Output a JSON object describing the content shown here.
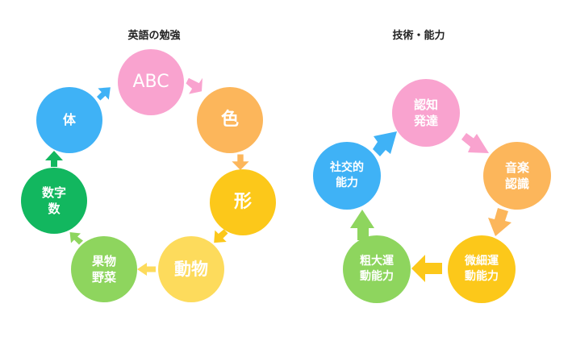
{
  "left": {
    "title": "英語の勉強",
    "nodes": [
      {
        "label": "ABC",
        "color": "#f9a3cf"
      },
      {
        "label": "色",
        "color": "#fcb65b"
      },
      {
        "label": "形",
        "color": "#fcc81a"
      },
      {
        "label": "動物",
        "color": "#fddb5c"
      },
      {
        "label": "果物\n野菜",
        "color": "#8ed55e"
      },
      {
        "label": "数字\n数",
        "color": "#12b75f"
      },
      {
        "label": "体",
        "color": "#3fb2f6"
      }
    ]
  },
  "right": {
    "title": "技術・能力",
    "nodes": [
      {
        "label": "認知\n発達",
        "color": "#f9a3cf"
      },
      {
        "label": "音楽\n認識",
        "color": "#fcb65b"
      },
      {
        "label": "微細運\n動能力",
        "color": "#fcc81a"
      },
      {
        "label": "粗大運\n動能力",
        "color": "#8ed55e"
      },
      {
        "label": "社交的\n能力",
        "color": "#3fb2f6"
      }
    ]
  }
}
